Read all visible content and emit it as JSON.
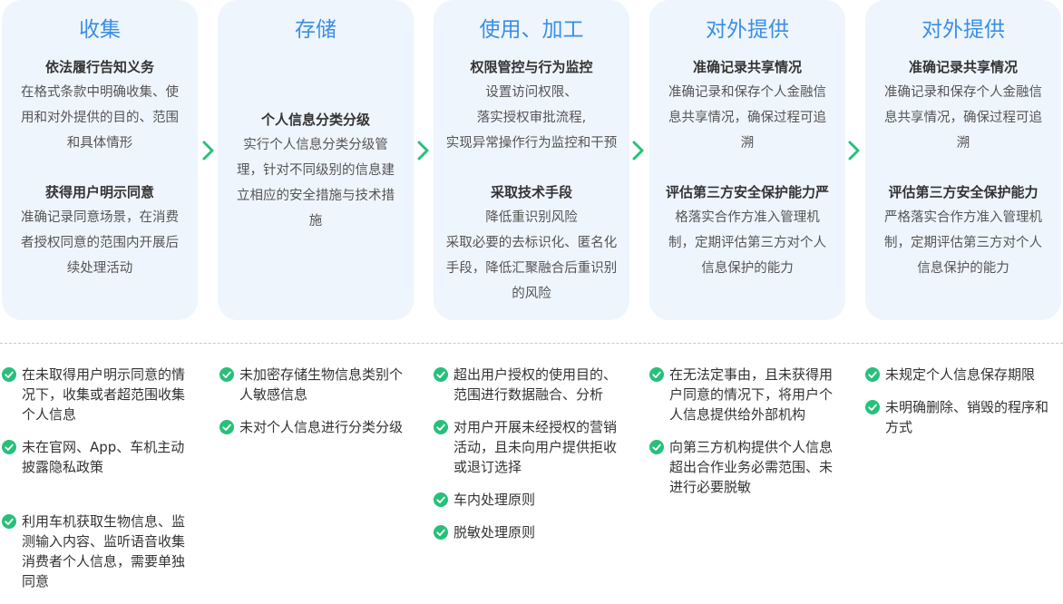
{
  "colors": {
    "accent": "#3a8ee6",
    "card_bg": "#eef5fd",
    "arrow": "#27c07a",
    "check": "#27c07a"
  },
  "stages": [
    {
      "title": "收集",
      "sections": [
        {
          "heading": "依法履行告知义务",
          "lines": [
            "在格式条款中明确收集、使",
            "用和对外提供的目的、范围",
            "和具体情形"
          ]
        },
        {
          "heading": "获得用户明示同意",
          "lines": [
            "准确记录同意场景，在消费",
            "者授权同意的范围内开展后",
            "续处理活动"
          ]
        }
      ]
    },
    {
      "title": "存储",
      "sections": [
        {
          "heading": "个人信息分类分级",
          "lines": [
            "实行个人信息分类分级管",
            "理，针对不同级别的信息建",
            "立相应的安全措施与技术措",
            "施"
          ]
        }
      ]
    },
    {
      "title": "使用、加工",
      "sections": [
        {
          "heading": "权限管控与行为监控",
          "lines": [
            "设置访问权限、",
            "落实授权审批流程,",
            "实现异常操作行为监控和干预"
          ]
        },
        {
          "heading": "采取技术手段",
          "lines": [
            "降低重识别风险",
            "采取必要的去标识化、匿名化",
            "手段，降低汇聚融合后重识别",
            "的风险"
          ]
        }
      ]
    },
    {
      "title": "对外提供",
      "sections": [
        {
          "heading": "准确记录共享情况",
          "lines": [
            "准确记录和保存个人金融信",
            "息共享情况，确保过程可追",
            "溯"
          ]
        },
        {
          "heading": "评估第三方安全保护能力严",
          "lines": [
            "格落实合作方准入管理机",
            "制，定期评估第三方对个人",
            "信息保护的能力"
          ]
        }
      ]
    },
    {
      "title": "对外提供",
      "sections": [
        {
          "heading": "准确记录共享情况",
          "lines": [
            "准确记录和保存个人金融信",
            "息共享情况，确保过程可追",
            "溯"
          ]
        },
        {
          "heading": "评估第三方安全保护能力",
          "lines": [
            "严格落实合作方准入管理机",
            "制，定期评估第三方对个人",
            "信息保护的能力"
          ]
        }
      ]
    }
  ],
  "risks": [
    [
      [
        "在未取得用户明示同意的情",
        "况下，收集或者超范围收集",
        "个人信息"
      ],
      [
        "未在官网、App、车机主动",
        "披露隐私政策"
      ],
      [
        "利用车机获取生物信息、监",
        "测输入内容、监听语音收集",
        "消费者个人信息，需要单独",
        "同意"
      ]
    ],
    [
      [
        "未加密存储生物信息类别个",
        "人敏感信息"
      ],
      [
        "未对个人信息进行分类分级"
      ]
    ],
    [
      [
        "超出用户授权的使用目的、",
        "范围进行数据融合、分析"
      ],
      [
        "对用户开展未经授权的营销",
        "活动，且未向用户提供拒收",
        "或退订选择"
      ],
      [
        "车内处理原则"
      ],
      [
        "脱敏处理原则"
      ]
    ],
    [
      [
        "在无法定事由，且未获得用",
        "户同意的情况下，将用户个",
        "人信息提供给外部机构"
      ],
      [
        "向第三方机构提供个人信息",
        "超出合作业务必需范围、未",
        "进行必要脱敏"
      ]
    ],
    [
      [
        "未规定个人信息保存期限"
      ],
      [
        "未明确删除、销毁的程序和",
        "方式"
      ]
    ]
  ]
}
